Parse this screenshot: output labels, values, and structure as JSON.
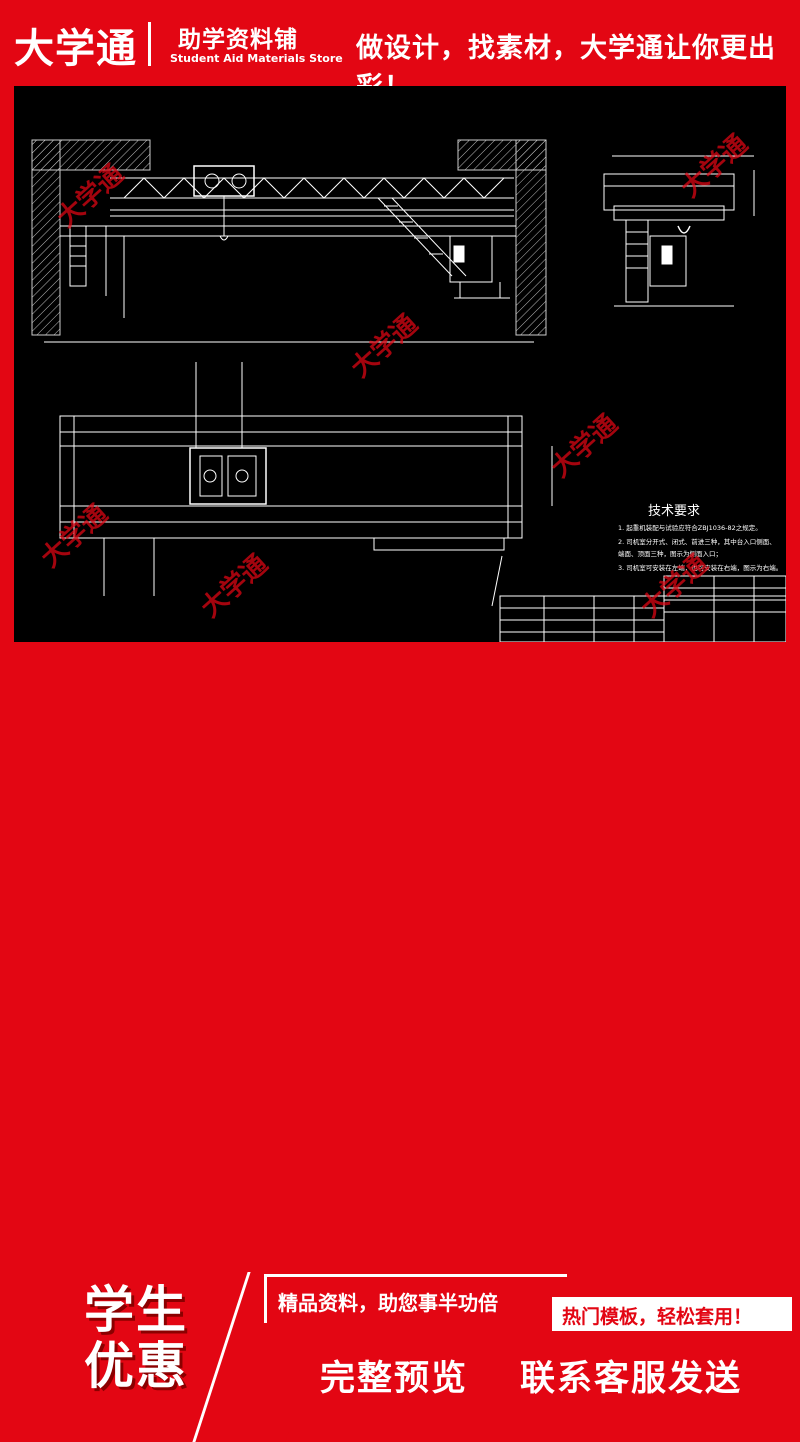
{
  "header": {
    "brand": "大学通",
    "store_cn": "助学资料铺",
    "store_en": "Student Aid Materials Store",
    "slogan": "做设计，找素材，大学通让你更出彩！"
  },
  "drawing": {
    "tech_title": "技术要求",
    "tech_lines": [
      "1. 起重机装配与试验应符合ZBJ1036-82之规定。",
      "2. 司机室分开式、闭式、前进三种，其中台入口侧面、",
      "端面、顶面三种，图示为侧面入口；",
      "3. 司机室可安装在左端，也可安装在右端，图示为右端。"
    ],
    "watermark": "大学通"
  },
  "footer": {
    "badge_line1": "学生",
    "badge_line2": "优惠",
    "tag1": "精品资料，助您事半功倍",
    "tag2": "热门模板，轻松套用！",
    "cta1": "完整预览",
    "cta2": "联系客服发送"
  },
  "colors": {
    "brand_red": "#e30613",
    "canvas": "#000000",
    "line": "#ffffff"
  }
}
